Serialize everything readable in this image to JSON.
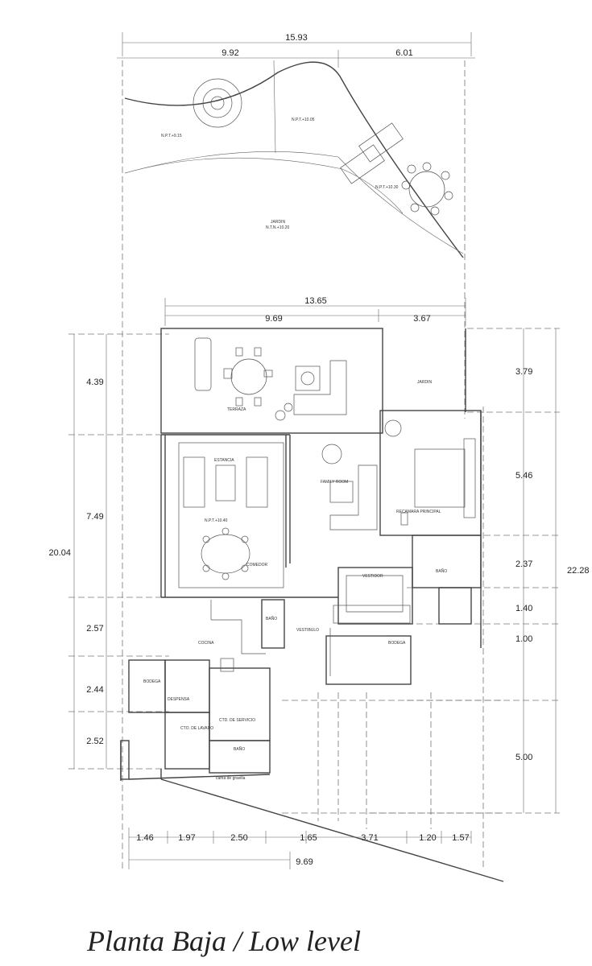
{
  "caption": "Planta Baja / Low level",
  "dimensions": {
    "top_total": "15.93",
    "top_left": "9.92",
    "top_right": "6.01",
    "mid_total": "13.65",
    "mid_left": "9.69",
    "mid_right": "3.67",
    "bottom_total": "9.69",
    "bottom_segments": [
      "1.46",
      "1.97",
      "2.50",
      "1.65",
      "3.71",
      "1.20",
      "1.57"
    ],
    "left_total": "20.04",
    "left_segments": [
      "4.39",
      "7.49",
      "2.57",
      "2.44",
      "2.52"
    ],
    "right_total": "22.28",
    "right_segments": [
      "3.79",
      "5.46",
      "2.37",
      "1.40",
      "1.00",
      "5.00"
    ]
  },
  "rooms": {
    "jardin_top": "JARDIN",
    "jardin_top_level": "N.T.N.+10.20",
    "npt_915": "N.P.T.+9.15",
    "npt_1005": "N.P.T.+10.05",
    "npt_1030": "N.P.T.+10.30",
    "terraza": "TERRAZA",
    "jardin_right": "JARDIN",
    "estancia": "ESTANCIA",
    "family_room": "FAMILY ROOM",
    "recamara": "RECAMARA PRINCIPAL",
    "comedor": "COMEDOR",
    "vestidor": "VESTIDOR",
    "bano_1": "BAÑO",
    "bano_2": "BAÑO",
    "bano_3": "BAÑO",
    "cocina": "COCINA",
    "vestibulo": "VESTIBULO",
    "bodega_1": "BODEGA",
    "bodega_2": "BODEGA",
    "despensa": "DESPENSA",
    "ctd_servicio": "CTD. DE SERVICIO",
    "ctd_lavado": "CTO. DE LAVADO",
    "cama_gravilla": "cama de gravilla",
    "npt_1040": "N.P.T.+10.40"
  }
}
